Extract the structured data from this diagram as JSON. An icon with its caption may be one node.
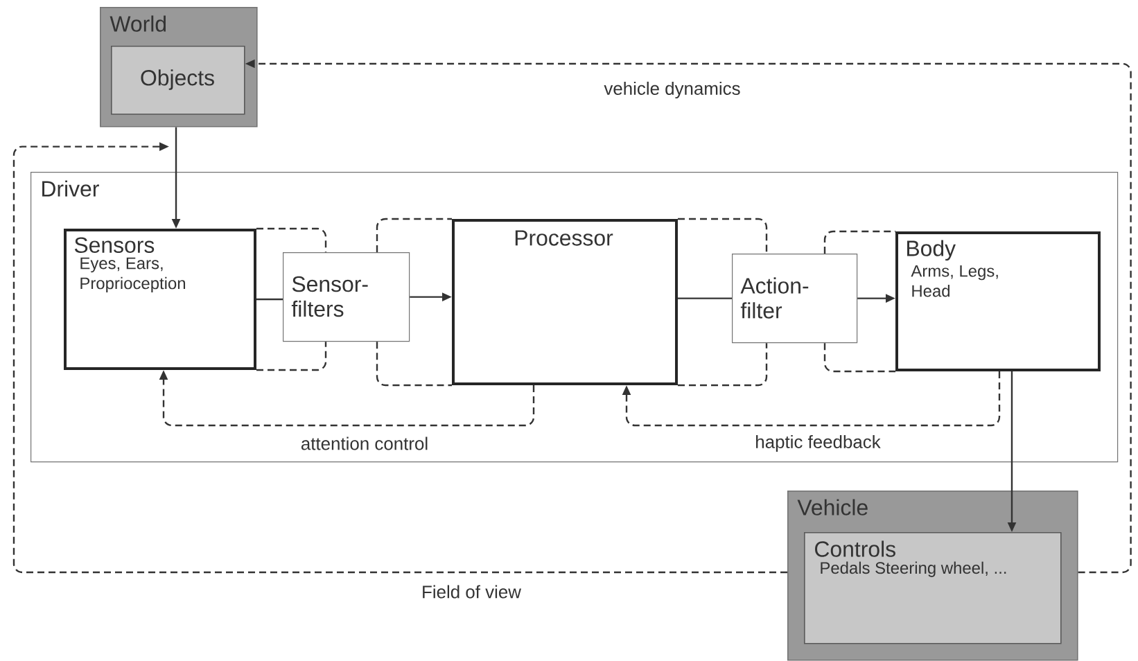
{
  "diagram": {
    "nodes": [
      {
        "text": [
          "World"
        ]
      },
      {
        "text": [
          "Objects"
        ],
        "in": 0
      },
      {
        "text": [
          "Driver"
        ]
      },
      {
        "text": [
          "Sensors",
          "Eyes, Ears, Proprioception"
        ],
        "in": 2
      },
      {
        "text": [
          "Sensor-filters"
        ],
        "in": 2
      },
      {
        "text": [
          "Processor"
        ],
        "in": 2
      },
      {
        "text": [
          "Action-filter"
        ],
        "in": 2
      },
      {
        "text": [
          "Body",
          "Arms, Legs, Head"
        ],
        "in": 2
      },
      {
        "text": [
          "Vehicle"
        ]
      },
      {
        "text": [
          "Controls",
          "Pedals Steering wheel, ..."
        ],
        "in": 8
      }
    ],
    "edges": [
      {
        "from": 0,
        "to": 3,
        "arrow": "to"
      },
      {
        "from": 3,
        "to": 4,
        "arrow": "none"
      },
      {
        "from": 4,
        "to": 5,
        "arrow": "to"
      },
      {
        "from": 5,
        "to": 6,
        "arrow": "none"
      },
      {
        "from": 6,
        "to": 7,
        "arrow": "to"
      },
      {
        "from": 7,
        "to": 9,
        "arrow": "to"
      },
      {
        "from": 3,
        "to": 4,
        "arrow": "none",
        "style": "dashed"
      },
      {
        "from": 3,
        "to": 4,
        "arrow": "none",
        "style": "dashed"
      },
      {
        "from": 4,
        "to": 5,
        "arrow": "none",
        "style": "dashed"
      },
      {
        "from": 4,
        "to": 5,
        "arrow": "none",
        "style": "dashed"
      },
      {
        "from": 5,
        "to": 6,
        "arrow": "none",
        "style": "dashed"
      },
      {
        "from": 5,
        "to": 6,
        "arrow": "none",
        "style": "dashed"
      },
      {
        "from": 6,
        "to": 7,
        "arrow": "none",
        "style": "dashed"
      },
      {
        "from": 6,
        "to": 7,
        "arrow": "none",
        "style": "dashed"
      },
      {
        "from": 5,
        "to": 3,
        "arrow": "to",
        "style": "dashed",
        "label": "attention control"
      },
      {
        "from": 7,
        "to": 5,
        "arrow": "to",
        "style": "dashed",
        "label": "haptic feedback"
      },
      {
        "from": 8,
        "to": 1,
        "arrow": "to",
        "style": "dashed",
        "label": "vehicle dynamics"
      },
      {
        "from": 8,
        "to": 0,
        "arrow": "to",
        "style": "dashed",
        "label": "Field of view"
      }
    ]
  }
}
